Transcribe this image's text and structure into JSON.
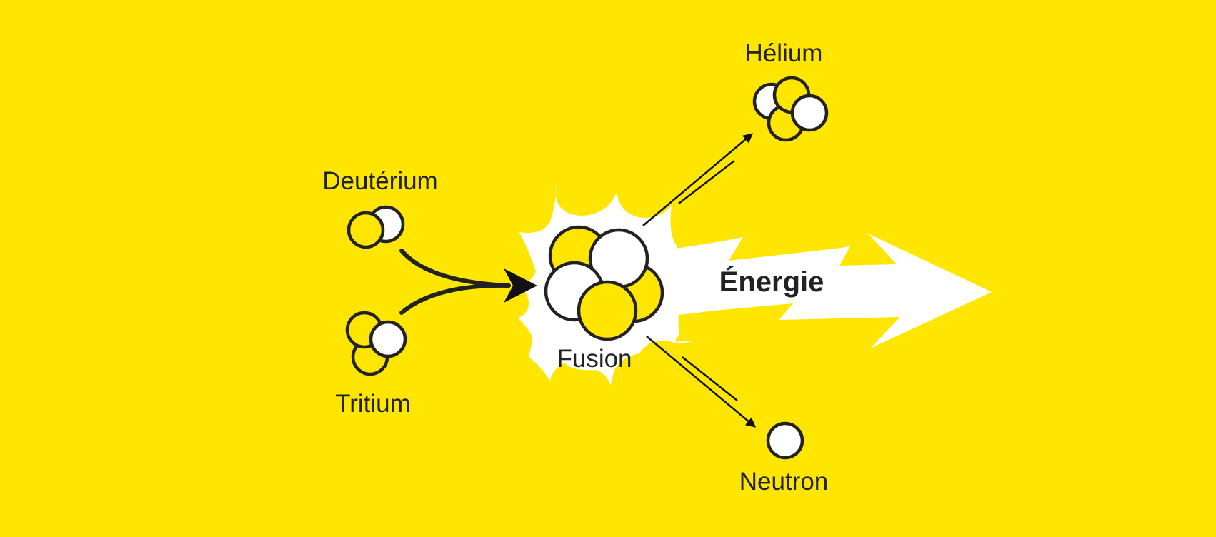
{
  "labels": {
    "deuterium": "Deutérium",
    "tritium": "Tritium",
    "fusion": "Fusion",
    "energy": "Énergie",
    "helium": "Hélium",
    "neutron": "Neutron"
  },
  "colors": {
    "background": "#FFE600",
    "proton": "#FFE600",
    "neutron": "#FFFFFF",
    "outline": "#222222",
    "burst": "#FFFFFF"
  }
}
